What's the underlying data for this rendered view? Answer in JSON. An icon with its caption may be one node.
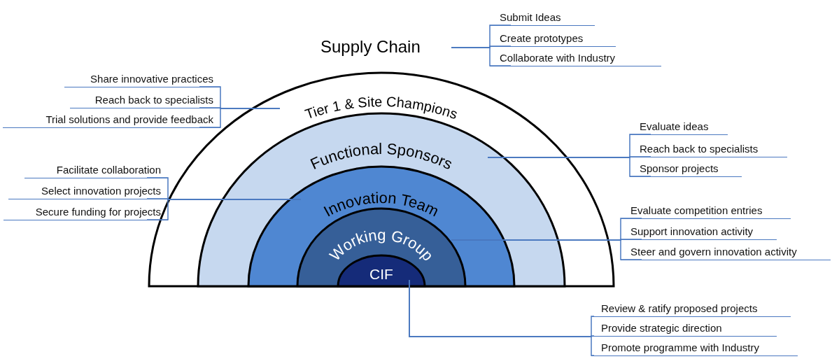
{
  "diagram": {
    "nodes": [
      {
        "text": [
          "Supply Chain"
        ]
      },
      {
        "text": [
          "Submit Ideas"
        ]
      },
      {
        "text": [
          "Create prototypes"
        ]
      },
      {
        "text": [
          "Collaborate with Industry"
        ]
      },
      {
        "text": [
          "Share innovative practices"
        ]
      },
      {
        "text": [
          "Reach back to specialists"
        ]
      },
      {
        "text": [
          "Trial solutions and provide feedback"
        ]
      },
      {
        "text": [
          "Tier 1 & Site Champions"
        ]
      },
      {
        "text": [
          "Functional Sponsors"
        ],
        "in": 7
      },
      {
        "text": [
          "Evaluate ideas"
        ]
      },
      {
        "text": [
          "Reach back to specialists"
        ]
      },
      {
        "text": [
          "Sponsor projects"
        ]
      },
      {
        "text": [
          "Facilitate collaboration"
        ]
      },
      {
        "text": [
          "Select innovation projects"
        ]
      },
      {
        "text": [
          "Secure funding for projects"
        ]
      },
      {
        "text": [
          "Innovation Team"
        ],
        "in": 8
      },
      {
        "text": [
          "Working Group"
        ],
        "in": 15
      },
      {
        "text": [
          "Evaluate competition entries"
        ]
      },
      {
        "text": [
          "Support innovation activity"
        ]
      },
      {
        "text": [
          "Steer and govern innovation activity"
        ]
      },
      {
        "text": [
          "CIF"
        ],
        "in": 16
      },
      {
        "text": [
          "Review & ratify proposed projects"
        ]
      },
      {
        "text": [
          "Provide strategic direction"
        ]
      },
      {
        "text": [
          "Promote programme with Industry"
        ]
      }
    ],
    "edges": [
      {
        "from": 0,
        "to": 1,
        "arrow": "none"
      },
      {
        "from": 0,
        "to": 2,
        "arrow": "none"
      },
      {
        "from": 0,
        "to": 3,
        "arrow": "none"
      },
      {
        "from": 7,
        "to": 4,
        "arrow": "none"
      },
      {
        "from": 7,
        "to": 5,
        "arrow": "none"
      },
      {
        "from": 7,
        "to": 6,
        "arrow": "none"
      },
      {
        "from": 8,
        "to": 9,
        "arrow": "none"
      },
      {
        "from": 8,
        "to": 10,
        "arrow": "none"
      },
      {
        "from": 8,
        "to": 11,
        "arrow": "none"
      },
      {
        "from": 15,
        "to": 12,
        "arrow": "none"
      },
      {
        "from": 15,
        "to": 13,
        "arrow": "none"
      },
      {
        "from": 15,
        "to": 14,
        "arrow": "none"
      },
      {
        "from": 16,
        "to": 17,
        "arrow": "none"
      },
      {
        "from": 16,
        "to": 18,
        "arrow": "none"
      },
      {
        "from": 16,
        "to": 19,
        "arrow": "none"
      },
      {
        "from": 20,
        "to": 21,
        "arrow": "none"
      },
      {
        "from": 20,
        "to": 22,
        "arrow": "none"
      },
      {
        "from": 20,
        "to": 23,
        "arrow": "none"
      }
    ]
  }
}
